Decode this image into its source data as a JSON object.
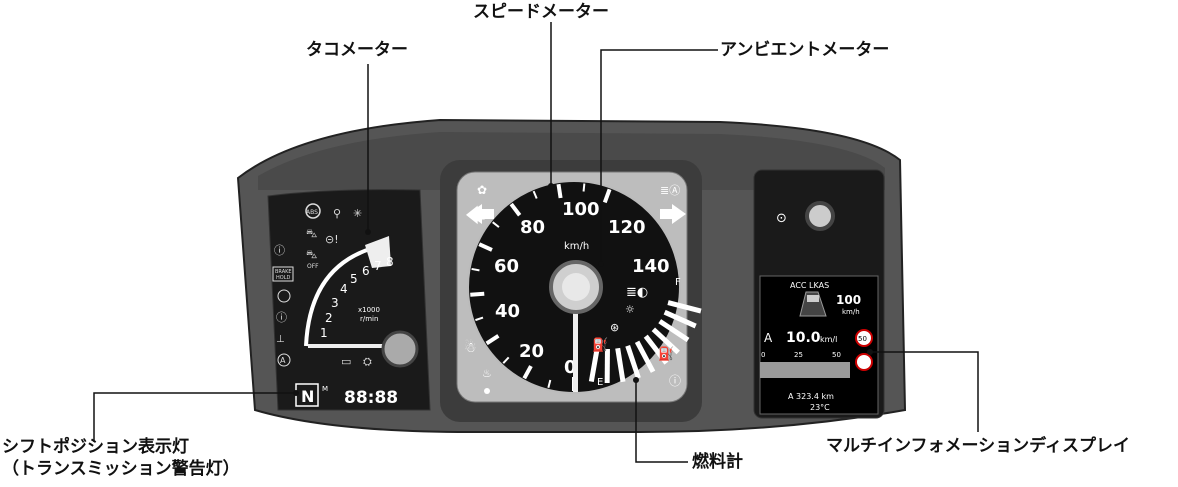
{
  "callouts": {
    "speedometer": "スピードメーター",
    "tachometer": "タコメーター",
    "ambient_meter": "アンビエントメーター",
    "shift_position_line1": "シフトポジション表示灯",
    "shift_position_line2": "（トランスミッション警告灯）",
    "fuel_gauge": "燃料計",
    "multi_info_display": "マルチインフォメーションディスプレイ"
  },
  "tachometer": {
    "ticks": [
      "1",
      "2",
      "3",
      "4",
      "5",
      "6",
      "7",
      "8"
    ],
    "unit_line1": "x1000",
    "unit_line2": "r/min"
  },
  "speedometer": {
    "ticks": [
      "0",
      "20",
      "40",
      "60",
      "80",
      "100",
      "120",
      "140"
    ],
    "unit": "km/h"
  },
  "fuel_gauge": {
    "empty": "E",
    "full": "F"
  },
  "shift_display": {
    "mode_label": "M",
    "gear": "N",
    "clock": "88:88"
  },
  "multi_info": {
    "assist_labels": "ACC  LKAS",
    "set_speed": "100",
    "set_speed_unit": "km/h",
    "economy_prefix": "A",
    "economy_value": "10.0",
    "economy_unit": "km/l",
    "scale_labels": [
      "0",
      "25",
      "50"
    ],
    "speed_sign": "50",
    "trip_text": "A  323.4 km",
    "temperature": "23°C"
  },
  "warning_labels": {
    "brake_hold_line1": "BRAKE",
    "brake_hold_line2": "HOLD",
    "auto_a": "A",
    "off_label": "OFF",
    "abs": "ABS"
  }
}
